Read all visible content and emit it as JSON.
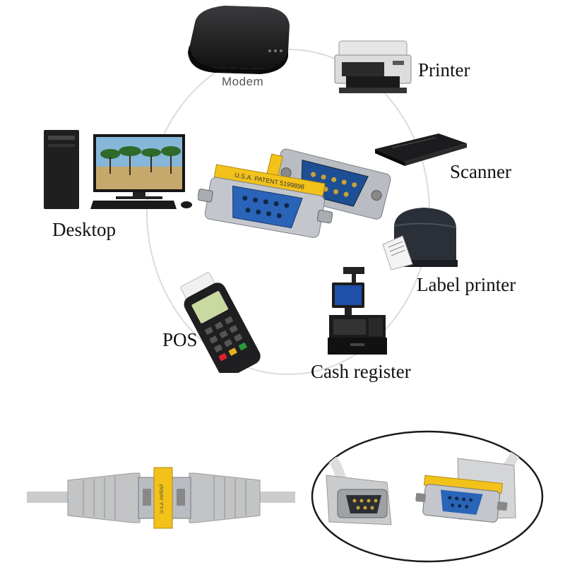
{
  "hub": {
    "center_item": "DB9 gender changer adapters"
  },
  "devices": {
    "modem": "Modem",
    "printer": "Printer",
    "scanner": "Scanner",
    "label_printer": "Label printer",
    "cash_register": "Cash register",
    "pos": "POS",
    "desktop": "Desktop"
  },
  "adapter_text": {
    "yellow_band": "U.S.A. PATENT 5199898",
    "small_band": "U.S.A. PATENT"
  },
  "colors": {
    "ring": "#d9d9d9",
    "adapter_yellow": "#f2c21b",
    "connector_blue": "#2a64b8",
    "metal": "#b9bcc2",
    "cable_grey": "#c9cbcc"
  }
}
